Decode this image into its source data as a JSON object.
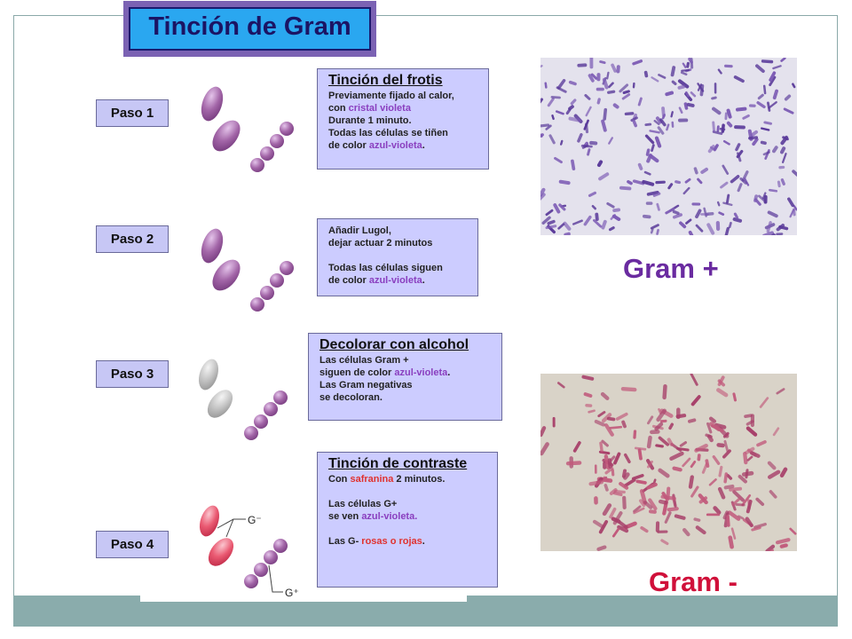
{
  "title": "Tinción de Gram",
  "steps": [
    {
      "label": "Paso 1",
      "heading": "Tinción del frotis",
      "lines": [
        [
          {
            "t": "Previamente fijado al calor,",
            "c": ""
          }
        ],
        [
          {
            "t": "con ",
            "c": ""
          },
          {
            "t": "cristal violeta",
            "c": "violet"
          }
        ],
        [
          {
            "t": "Durante 1 minuto.",
            "c": ""
          }
        ],
        [
          {
            "t": "Todas las células se tiñen",
            "c": ""
          }
        ],
        [
          {
            "t": "de color ",
            "c": ""
          },
          {
            "t": "azul-violeta",
            "c": "violet"
          },
          {
            "t": ".",
            "c": ""
          }
        ]
      ]
    },
    {
      "label": "Paso 2",
      "heading": "",
      "lines": [
        [
          {
            "t": "Añadir Lugol,",
            "c": ""
          }
        ],
        [
          {
            "t": "dejar actuar 2 minutos",
            "c": ""
          }
        ],
        [],
        [
          {
            "t": "Todas las células siguen",
            "c": ""
          }
        ],
        [
          {
            "t": "de color ",
            "c": ""
          },
          {
            "t": "azul-violeta",
            "c": "violet"
          },
          {
            "t": ".",
            "c": ""
          }
        ]
      ]
    },
    {
      "label": "Paso 3",
      "heading": "Decolorar con alcohol",
      "lines": [
        [
          {
            "t": "Las células Gram +",
            "c": ""
          }
        ],
        [
          {
            "t": "siguen de color ",
            "c": ""
          },
          {
            "t": "azul-violeta",
            "c": "violet"
          },
          {
            "t": ".",
            "c": ""
          }
        ],
        [
          {
            "t": "Las Gram  negativas",
            "c": ""
          }
        ],
        [
          {
            "t": "se decoloran.",
            "c": ""
          }
        ]
      ]
    },
    {
      "label": "Paso 4",
      "heading": "Tinción de contraste",
      "lines": [
        [
          {
            "t": "Con ",
            "c": ""
          },
          {
            "t": "safranina",
            "c": "red"
          },
          {
            "t": " 2 minutos.",
            "c": ""
          }
        ],
        [],
        [
          {
            "t": "Las células G+",
            "c": ""
          }
        ],
        [
          {
            "t": "se ven ",
            "c": ""
          },
          {
            "t": "azul-violeta.",
            "c": "violet"
          }
        ],
        [],
        [
          {
            "t": "Las G- ",
            "c": ""
          },
          {
            "t": "rosas o rojas",
            "c": "red"
          },
          {
            "t": ".",
            "c": ""
          }
        ]
      ]
    }
  ],
  "gram_positive_label": "Gram +",
  "gram_negative_label": "Gram -",
  "diagram_labels": {
    "g_minus": "G⁻",
    "g_plus": "G⁺"
  },
  "colors": {
    "violet_text": "#8a3fbf",
    "red_text": "#e0322f",
    "label_violet": "#6a2ba0",
    "label_red": "#d0103a",
    "cell_violet": "#9b5aa0",
    "cell_grey": "#c0c0c0",
    "cell_pink": "#e8556e"
  }
}
